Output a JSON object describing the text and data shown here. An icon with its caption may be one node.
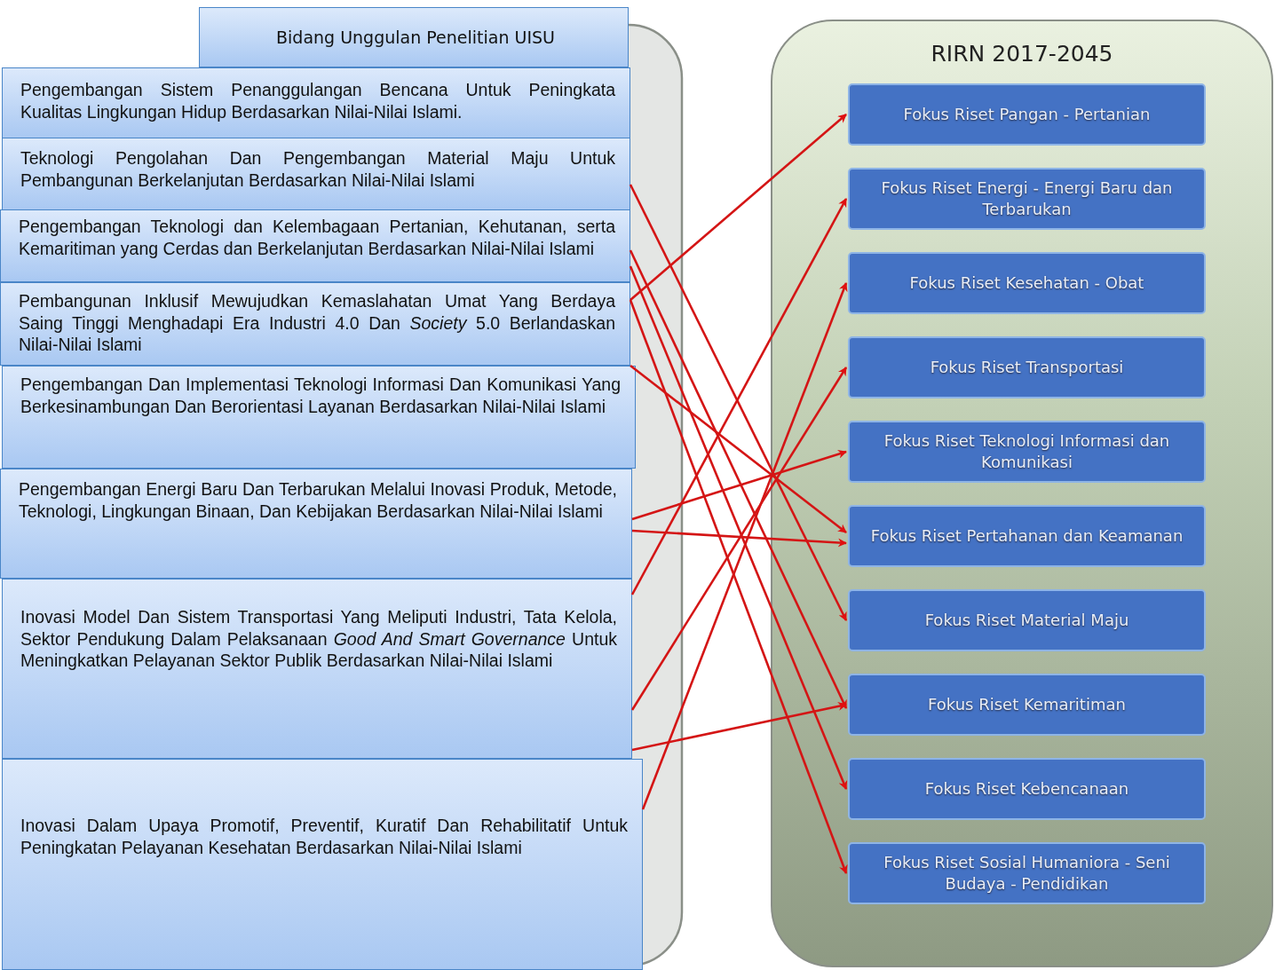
{
  "diagram": {
    "nodes": [
      {
        "text": [
          "Bidang Unggulan Penelitian UISU"
        ]
      },
      {
        "text": [
          "Pengembangan Sistem Penanggulangan Bencana Untuk Peningkata Kualitas Lingkungan Hidup Berdasarkan Nilai-Nilai Islami."
        ]
      },
      {
        "text": [
          "Teknologi Pengolahan Dan Pengembangan Material Maju Untuk Pembangunan Berkelanjutan Berdasarkan Nilai-Nilai Islami"
        ]
      },
      {
        "text": [
          "Pengembangan Teknologi dan Kelembagaan Pertanian, Kehutanan, serta Kemaritiman yang Cerdas dan Berkelanjutan Berdasarkan Nilai-Nilai Islami"
        ]
      },
      {
        "text": [
          "Pembangunan Inklusif Mewujudkan Kemaslahatan Umat Yang Berdaya Saing Tinggi Menghadapi Era Industri 4.0 Dan *Society* 5.0 Berlandaskan Nilai-Nilai Islami"
        ]
      },
      {
        "text": [
          "Pengembangan Dan Implementasi Teknologi Informasi Dan Komunikasi Yang Berkesinambungan Dan Berorientasi Layanan Berdasarkan Nilai-Nilai Islami"
        ]
      },
      {
        "text": [
          "Pengembangan Energi Baru Dan Terbarukan Melalui Inovasi Produk, Metode, Teknologi, Lingkungan Binaan, Dan Kebijakan Berdasarkan Nilai-Nilai Islami"
        ]
      },
      {
        "text": [
          "Inovasi Model Dan Sistem Transportasi Yang Meliputi Industri, Tata Kelola, Sektor Pendukung Dalam Pelaksanaan *Good And Smart Governance* Untuk Meningkatkan Pelayanan Sektor Publik Berdasarkan Nilai-Nilai Islami"
        ]
      },
      {
        "text": [
          "Inovasi Dalam Upaya Promotif, Preventif, Kuratif Dan Rehabilitatif Untuk Peningkatan Pelayanan Kesehatan Berdasarkan Nilai-Nilai Islami"
        ]
      },
      {
        "text": [
          "RIRN 2017-2045"
        ]
      },
      {
        "text": [
          "Fokus Riset Pangan - Pertanian"
        ],
        "in": 9
      },
      {
        "text": [
          "Fokus Riset Energi - Energi Baru dan Terbarukan"
        ],
        "in": 9
      },
      {
        "text": [
          "Fokus Riset Kesehatan - Obat"
        ],
        "in": 9
      },
      {
        "text": [
          "Fokus Riset Transportasi"
        ],
        "in": 9
      },
      {
        "text": [
          "Fokus Riset Teknologi Informasi dan Komunikasi"
        ],
        "in": 9
      },
      {
        "text": [
          "Fokus Riset Pertahanan dan Keamanan"
        ],
        "in": 9
      },
      {
        "text": [
          "Fokus Riset Material Maju"
        ],
        "in": 9
      },
      {
        "text": [
          "Fokus Riset Kemaritiman"
        ],
        "in": 9
      },
      {
        "text": [
          "Fokus Riset Kebencanaan"
        ],
        "in": 9
      },
      {
        "text": [
          "Fokus Riset Sosial Humaniora - Seni Budaya - Pendidikan"
        ],
        "in": 9
      }
    ],
    "edges": [
      {
        "from": 4,
        "to": 10,
        "arrow": "to"
      },
      {
        "from": 7,
        "to": 11,
        "arrow": "to"
      },
      {
        "from": 8,
        "to": 12,
        "arrow": "to"
      },
      {
        "from": 7,
        "to": 13,
        "arrow": "to"
      },
      {
        "from": 6,
        "to": 14,
        "arrow": "to"
      },
      {
        "from": 6,
        "to": 15,
        "arrow": "to"
      },
      {
        "from": 4,
        "to": 15,
        "arrow": "to"
      },
      {
        "from": 2,
        "to": 16,
        "arrow": "to"
      },
      {
        "from": 3,
        "to": 17,
        "arrow": "to"
      },
      {
        "from": 7,
        "to": 17,
        "arrow": "to"
      },
      {
        "from": 3,
        "to": 18,
        "arrow": "to"
      },
      {
        "from": 4,
        "to": 19,
        "arrow": "to"
      }
    ]
  }
}
